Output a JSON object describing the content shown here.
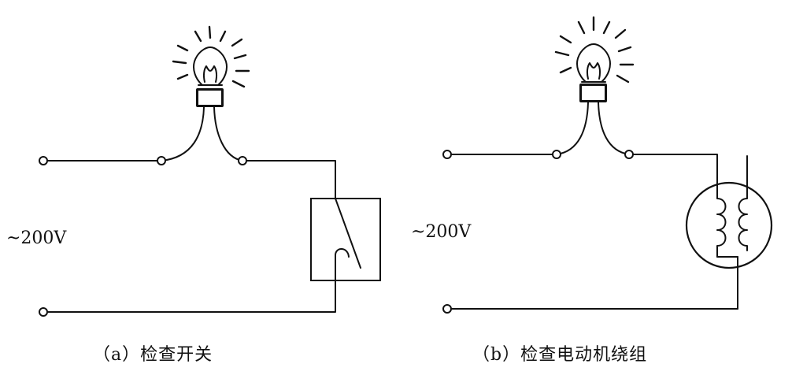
{
  "diagram_a": {
    "voltage_label": "~200V",
    "caption": "（a）检查开关"
  },
  "diagram_b": {
    "voltage_label": "~200V",
    "caption": "（b）检查电动机绕组"
  },
  "colors": {
    "line": "#111111",
    "background": "#ffffff"
  }
}
